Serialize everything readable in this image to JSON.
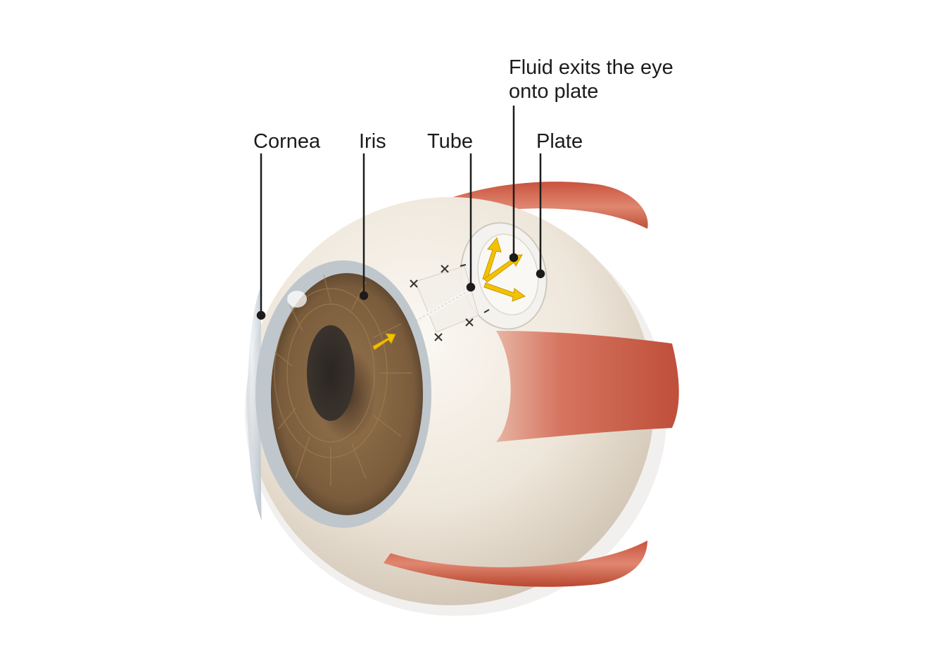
{
  "labels": {
    "cornea": "Cornea",
    "iris": "Iris",
    "tube": "Tube",
    "plate": "Plate",
    "fluid": "Fluid exits the eye onto plate"
  },
  "colors": {
    "sclera": "#efe7dc",
    "muscle": "#c85a43",
    "iris": "#7a5a3a",
    "pupil": "#2a2622",
    "arrow": "#f2c200",
    "leader": "#1c1c1c"
  }
}
